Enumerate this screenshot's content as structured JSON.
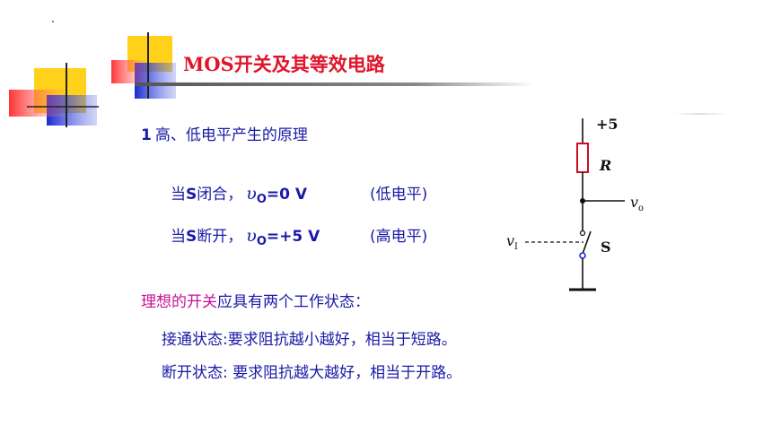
{
  "slide": {
    "title": "MOS开关及其等效电路",
    "section": {
      "number": "1",
      "text": "高、低电平产生的原理"
    },
    "states": [
      {
        "prefix": "当",
        "switch": "S",
        "action": "闭合，",
        "symbol": "υ",
        "subscript": "O",
        "value": "=0 V",
        "note": "(低电平)"
      },
      {
        "prefix": "当",
        "switch": "S",
        "action": "断开，",
        "symbol": "υ",
        "subscript": "O",
        "value": "=+5 V",
        "note": "(高电平)"
      }
    ],
    "ideal": {
      "highlight": "理想的开关",
      "rest": "应具有两个工作状态："
    },
    "conditions": [
      "接通状态:要求阻抗越小越好，相当于短路。",
      "断开状态: 要求阻抗越大越好，相当于开路。"
    ]
  },
  "circuit": {
    "supply": "+5",
    "resistor": "R",
    "output": "v",
    "output_sub": "o",
    "input": "v",
    "input_sub": "I",
    "switch": "S"
  },
  "colors": {
    "title": "#e0142a",
    "body": "#1a1aa8",
    "highlight": "#c8109a"
  }
}
